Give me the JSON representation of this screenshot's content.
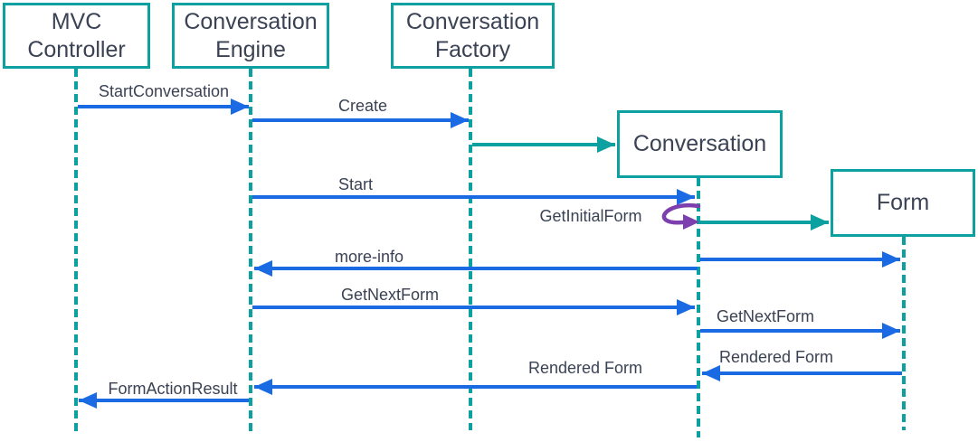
{
  "diagram": {
    "type": "uml-sequence-diagram",
    "colors": {
      "box_border_teal": "#0da0a0",
      "lifeline_teal": "#0da0a0",
      "message_blue": "#1a6ae4",
      "creation_teal": "#0da0a0",
      "self_call_purple": "#7d3fae",
      "text": "#3a4254",
      "background": "#ffffff"
    },
    "participants": [
      {
        "id": "mvc-controller",
        "line1": "MVC",
        "line2": "Controller"
      },
      {
        "id": "conversation-engine",
        "line1": "Conversation",
        "line2": "Engine"
      },
      {
        "id": "conversation-factory",
        "line1": "Conversation",
        "line2": "Factory"
      },
      {
        "id": "conversation",
        "line1": "Conversation",
        "line2": ""
      },
      {
        "id": "form",
        "line1": "Form",
        "line2": ""
      }
    ],
    "messages": [
      {
        "label": "StartConversation",
        "from": "MVC Controller",
        "to": "Conversation Engine",
        "style": "blue-arrow"
      },
      {
        "label": "Create",
        "from": "Conversation Engine",
        "to": "Conversation Factory",
        "style": "blue-arrow"
      },
      {
        "label": "",
        "from": "Conversation Factory",
        "to": "Conversation",
        "style": "teal-creation-arrow"
      },
      {
        "label": "Start",
        "from": "Conversation Engine",
        "to": "Conversation",
        "style": "blue-arrow"
      },
      {
        "label": "GetInitialForm",
        "from": "Conversation",
        "to": "Conversation",
        "style": "purple-self-call"
      },
      {
        "label": "",
        "from": "Conversation",
        "to": "Form",
        "style": "teal-creation-arrow"
      },
      {
        "label": "",
        "from": "Conversation",
        "to": "Form",
        "style": "blue-arrow"
      },
      {
        "label": "more-info",
        "from": "Conversation",
        "to": "Conversation Engine",
        "style": "blue-arrow"
      },
      {
        "label": "GetNextForm",
        "from": "Conversation Engine",
        "to": "Conversation",
        "style": "blue-arrow"
      },
      {
        "label": "GetNextForm",
        "from": "Conversation",
        "to": "Form",
        "style": "blue-arrow"
      },
      {
        "label": "Rendered Form",
        "from": "Form",
        "to": "Conversation",
        "style": "blue-arrow"
      },
      {
        "label": "Rendered Form",
        "from": "Conversation",
        "to": "Conversation Engine",
        "style": "blue-arrow"
      },
      {
        "label": "FormActionResult",
        "from": "Conversation Engine",
        "to": "MVC Controller",
        "style": "blue-arrow"
      }
    ]
  }
}
